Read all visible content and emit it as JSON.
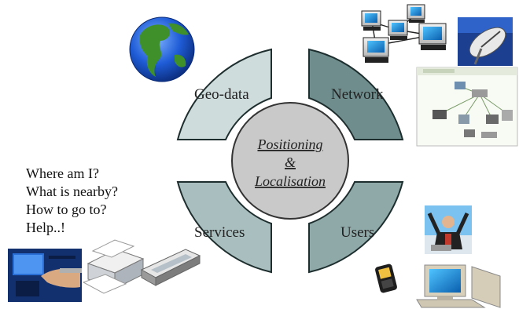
{
  "center": {
    "lines": [
      "Positioning",
      "&",
      "Localisation"
    ]
  },
  "quadrants": {
    "top_left": "Geo-data",
    "top_right": "Network",
    "bottom_left": "Services",
    "bottom_right": "Users"
  },
  "questions": [
    "Where am I?",
    "What is nearby?",
    "How to go to?",
    "Help..!"
  ],
  "colors": {
    "ring_light": "#cfdcdc",
    "ring_mid": "#a9bfbf",
    "ring_dark": "#6f8d8d",
    "ring_stroke": "#1e2e2e",
    "center_fill": "#c9c9c9"
  },
  "icons": [
    "globe-icon",
    "network-computers-icon",
    "satellite-dish-icon",
    "network-diagram-icon",
    "atm-icon",
    "printer-icon",
    "scanner-icon",
    "mobile-phone-icon",
    "happy-user-icon",
    "desktop-computer-icon"
  ]
}
